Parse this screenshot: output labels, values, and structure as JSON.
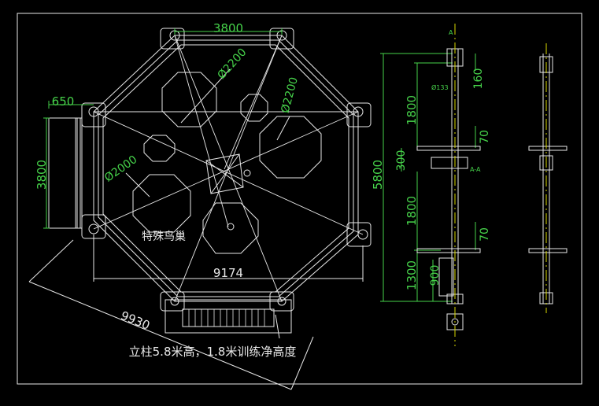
{
  "colors": {
    "background": "#000000",
    "geometry": "#e8e8e8",
    "dimension": "#46d24a",
    "axis": "#d8d800"
  },
  "plan": {
    "top_width": "3800",
    "left_width": "3800",
    "overall_width": "9174",
    "diagonal": "9930",
    "post_offset": "650",
    "dia_top_left": "Ø2200",
    "dia_top_right": "Ø2200",
    "dia_left": "Ø2000",
    "special_nest_label": "特殊鸟巢"
  },
  "elevation": {
    "total_height": "5800",
    "seg_top": "1800",
    "seg_mid": "1800",
    "seg_bottom": "1300",
    "seg_900": "900",
    "top_cap": "160",
    "gap": "300",
    "ring_70_upper": "70",
    "ring_70_lower": "70",
    "pipe_dia": "Ø133",
    "section_label_a": "A",
    "section_a_a": "A-A"
  },
  "note": "立柱5.8米高，1.8米训练净高度"
}
